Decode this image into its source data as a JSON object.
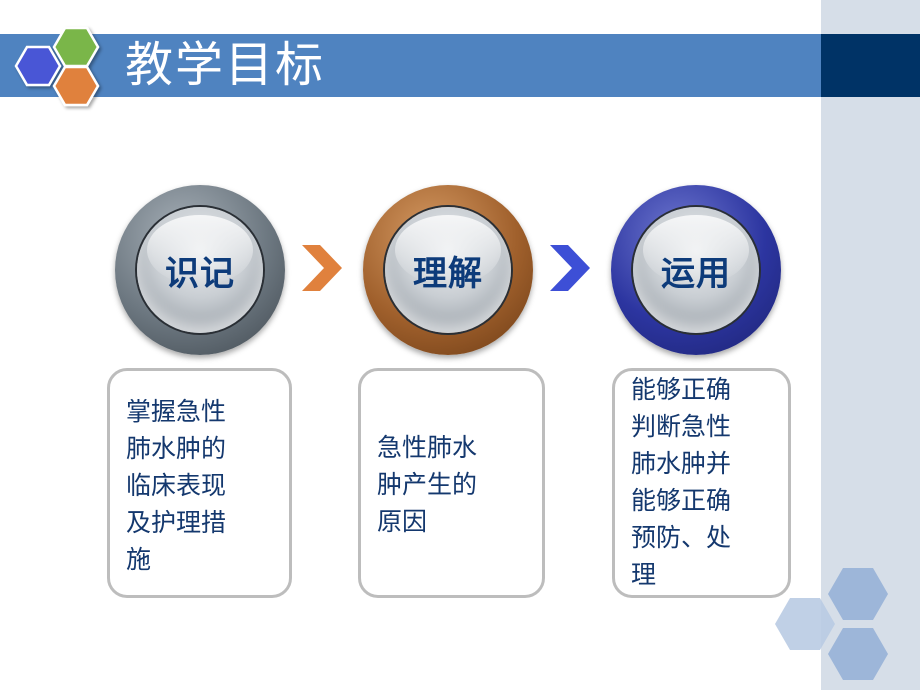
{
  "slide": {
    "title": "教学目标",
    "colors": {
      "title_bar": "#4f83c0",
      "title_bar_dark": "#003366",
      "right_panel": "#d6dee8",
      "text": "#14386e",
      "hex_blue": "#4a56d6",
      "hex_green": "#7ab648",
      "hex_orange": "#e0813d"
    }
  },
  "steps": [
    {
      "label": "识记",
      "ring_color": "#6c7780",
      "icon": "gray-ring-button"
    },
    {
      "label": "理解",
      "ring_color": "#a0602c",
      "icon": "brown-ring-button"
    },
    {
      "label": "运用",
      "ring_color": "#2c35a0",
      "icon": "blue-ring-button"
    }
  ],
  "arrows": [
    {
      "icon": "chevron-right-icon",
      "color": "#e0813d"
    },
    {
      "icon": "chevron-right-icon",
      "color": "#3d4fd6"
    }
  ],
  "cards": [
    {
      "text": "掌握急性\n肺水肿的\n临床表现\n及护理措\n施"
    },
    {
      "text": "急性肺水\n肿产生的\n原因"
    },
    {
      "text": "能够正确\n判断急性\n肺水肿并\n能够正确\n预防、处\n理"
    }
  ]
}
